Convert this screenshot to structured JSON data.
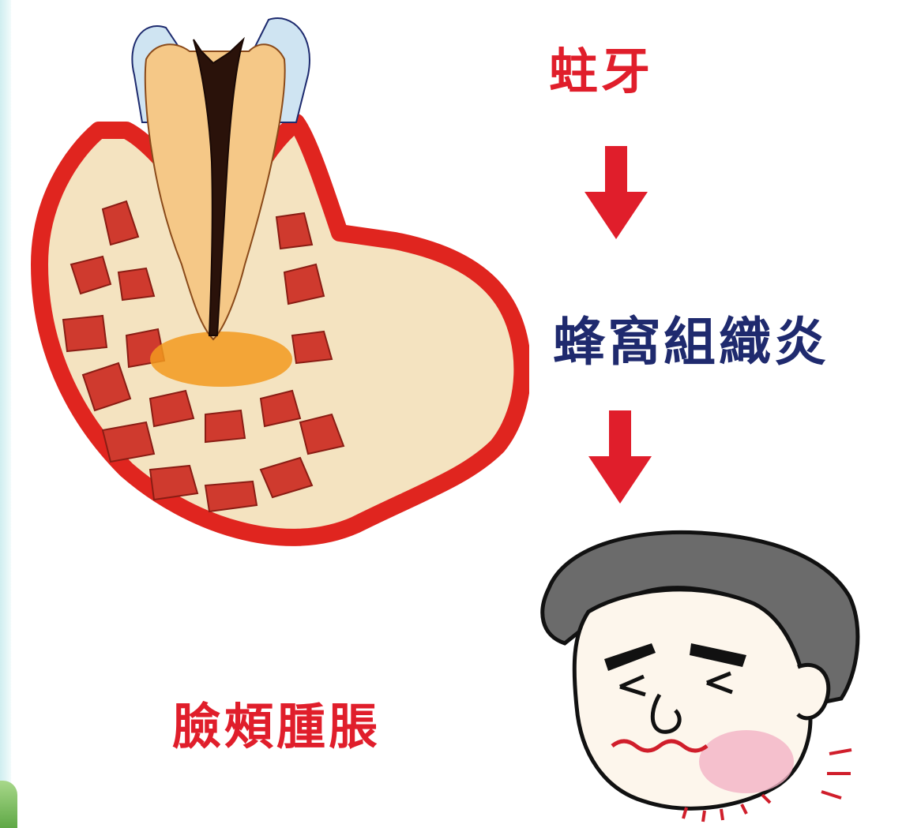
{
  "labels": {
    "caries": "蛀牙",
    "cellulitis": "蜂窩組織炎",
    "swelling": "臉頰腫脹"
  },
  "colors": {
    "caries_text": "#e01e2b",
    "cellulitis_text": "#1f2a6e",
    "swelling_text": "#e01e2b",
    "arrow": "#e01e2b"
  },
  "icons": {
    "arrow": "arrow-down-icon",
    "tooth": "tooth-cross-section-illustration",
    "face": "face-in-pain-illustration"
  }
}
